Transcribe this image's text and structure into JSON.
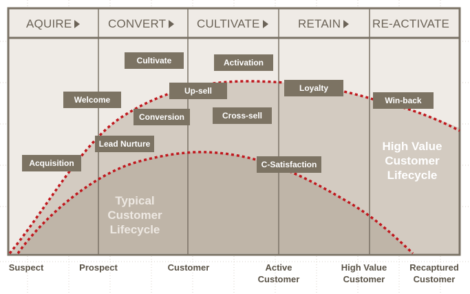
{
  "stages": [
    {
      "label": "AQUIRE",
      "arrow": true
    },
    {
      "label": "CONVERT",
      "arrow": true
    },
    {
      "label": "CULTIVATE",
      "arrow": true
    },
    {
      "label": "RETAIN",
      "arrow": true
    },
    {
      "label": "RE-ACTIVATE",
      "arrow": false
    }
  ],
  "tags": {
    "acquisition": "Acquisition",
    "lead_nurture": "Lead Nurture",
    "welcome": "Welcome",
    "cultivate": "Cultivate",
    "conversion": "Conversion",
    "up_sell": "Up-sell",
    "activation": "Activation",
    "cross_sell": "Cross-sell",
    "loyalty": "Loyalty",
    "c_satisfaction": "C-Satisfaction",
    "win_back": "Win-back"
  },
  "curves": {
    "typical": {
      "lines": [
        "Typical",
        "Customer",
        "Lifecycle"
      ]
    },
    "high_value": {
      "lines": [
        "High Value",
        "Customer",
        "Lifecycle"
      ]
    }
  },
  "x_axis": [
    {
      "lines": [
        "Suspect"
      ]
    },
    {
      "lines": [
        "Prospect"
      ]
    },
    {
      "lines": [
        "Customer"
      ]
    },
    {
      "lines": [
        "Active",
        "Customer"
      ]
    },
    {
      "lines": [
        "High Value",
        "Customer"
      ]
    },
    {
      "lines": [
        "Recaptured",
        "Customer"
      ]
    }
  ],
  "colors": {
    "background": "#efebe6",
    "frame": "#7a7265",
    "high_value_fill": "#d3cbc1",
    "typical_fill": "#bfb5a8",
    "tag_fill": "#7c7363",
    "dotted_curve": "#c0181e",
    "label_text": "#5a5347"
  }
}
